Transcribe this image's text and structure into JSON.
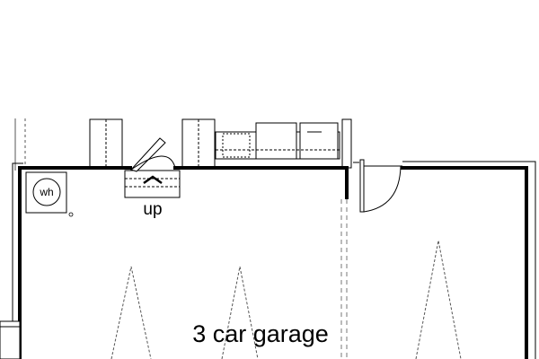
{
  "plan": {
    "room_label": "3 car garage",
    "stair_label": "up",
    "water_heater_label": "wh",
    "colors": {
      "wall": "#000000",
      "line": "#000000",
      "dash": "#777777",
      "fill": "#ffffff"
    }
  }
}
